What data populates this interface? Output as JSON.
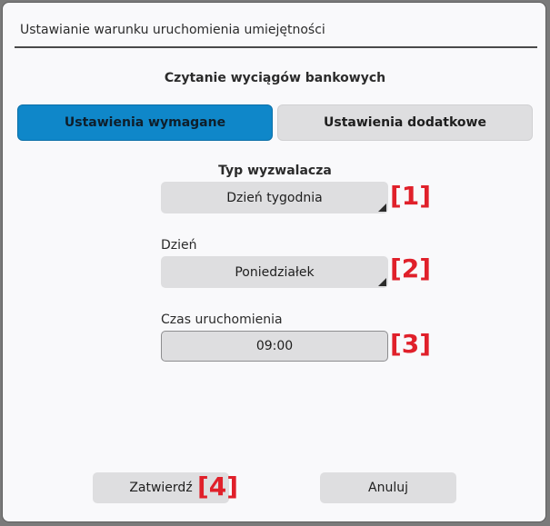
{
  "dialog": {
    "title": "Ustawianie warunku uruchomienia umiejętności",
    "subtitle": "Czytanie wyciągów bankowych"
  },
  "tabs": [
    {
      "label": "Ustawienia wymagane",
      "active": true
    },
    {
      "label": "Ustawienia dodatkowe",
      "active": false
    }
  ],
  "form": {
    "trigger_type": {
      "label": "Typ wyzwalacza",
      "value": "Dzień tygodnia"
    },
    "day": {
      "label": "Dzień",
      "value": "Poniedziałek"
    },
    "run_time": {
      "label": "Czas uruchomienia",
      "value": "09:00"
    }
  },
  "markers": [
    "[1]",
    "[2]",
    "[3]",
    "[4]"
  ],
  "buttons": {
    "confirm": "Zatwierdź",
    "cancel": "Anuluj"
  },
  "colors": {
    "accent": "#0f87c9",
    "marker": "#e0202a",
    "background": "#f9f9fb"
  },
  "icons": {
    "dropdown_indicator": "corner-triangle-icon"
  }
}
